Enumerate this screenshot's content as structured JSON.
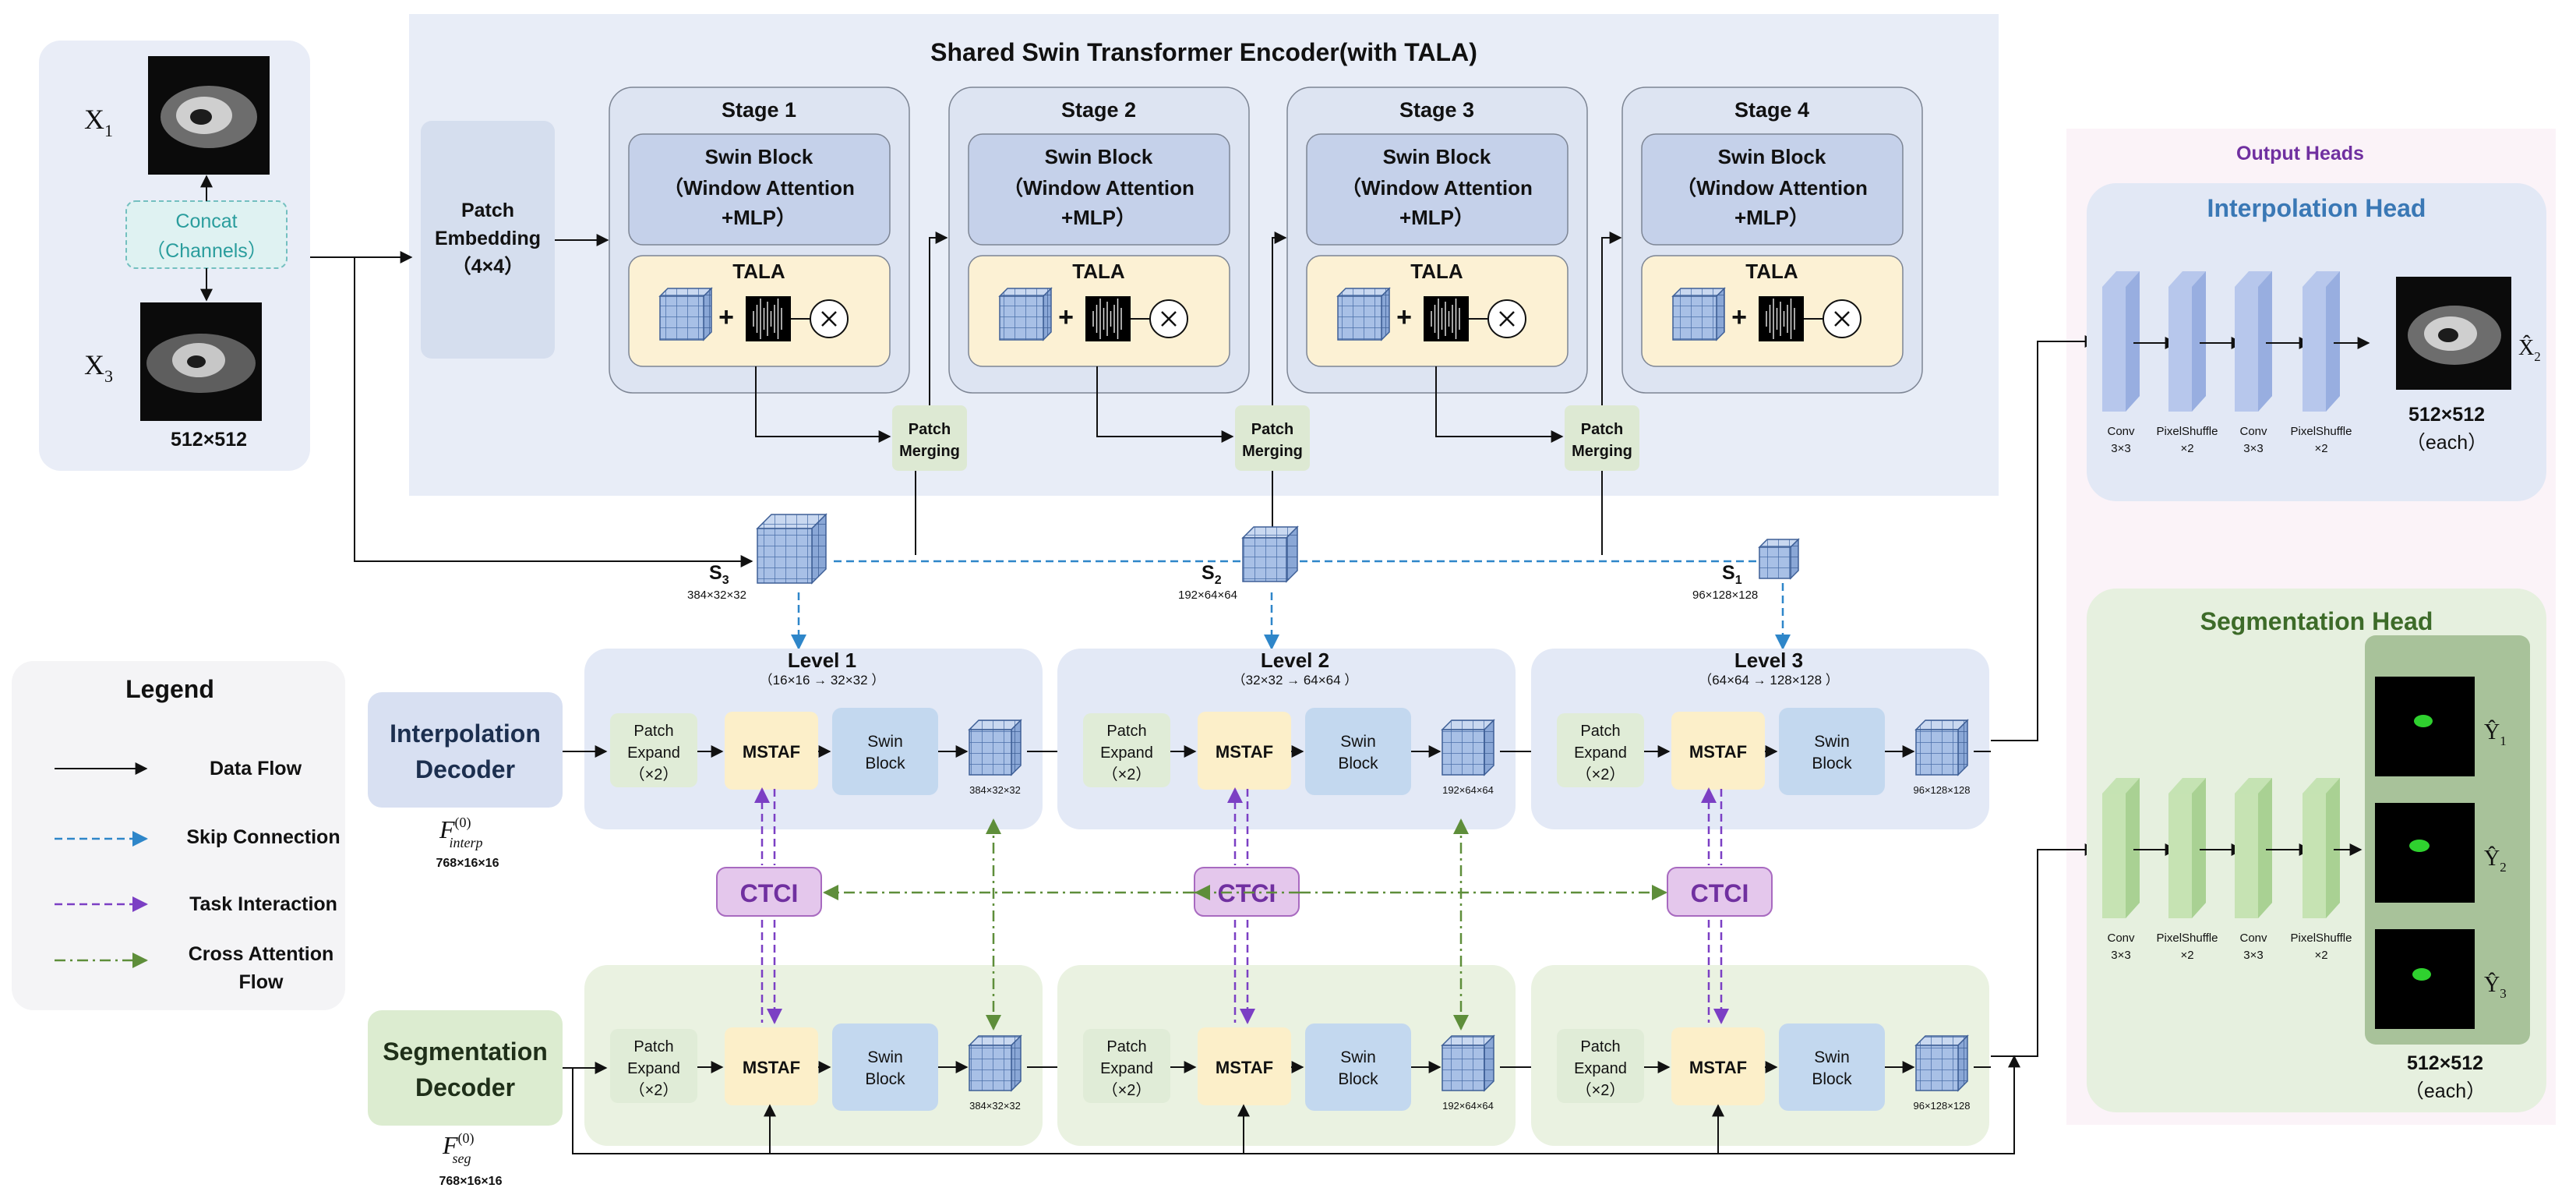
{
  "encoder": {
    "title": "Shared Swin Transformer Encoder(with TALA)",
    "patch_embedding": [
      "Patch",
      "Embedding",
      "（4×4）"
    ],
    "stages": [
      {
        "name": "Stage 1"
      },
      {
        "name": "Stage 2"
      },
      {
        "name": "Stage 3"
      },
      {
        "name": "Stage 4"
      }
    ],
    "swin_block": [
      "Swin Block",
      "（Window Attention",
      "+MLP）"
    ],
    "tala": "TALA",
    "patch_merging": [
      "Patch",
      "Merging"
    ]
  },
  "input": {
    "x1": "X",
    "x1_sub": "1",
    "x3": "X",
    "x3_sub": "3",
    "concat": [
      "Concat",
      "（Channels）"
    ],
    "size": "512×512"
  },
  "skips": [
    {
      "label": "S",
      "sub": "3",
      "dims": "384×32×32"
    },
    {
      "label": "S",
      "sub": "2",
      "dims": "192×64×64"
    },
    {
      "label": "S",
      "sub": "1",
      "dims": "96×128×128"
    }
  ],
  "levels": [
    {
      "name": "Level 1",
      "range": "（16×16 → 32×32 ）",
      "out_dims": "384×32×32"
    },
    {
      "name": "Level 2",
      "range": "（32×32 → 64×64 ）",
      "out_dims": "192×64×64"
    },
    {
      "name": "Level 3",
      "range": "（64×64 → 128×128 ）",
      "out_dims": "96×128×128"
    }
  ],
  "decoder_blocks": {
    "patch_expand": [
      "Patch",
      "Expand",
      "（×2）"
    ],
    "mstaf": "MSTAF",
    "swin_block": [
      "Swin",
      "Block"
    ],
    "ctci": "CTCI"
  },
  "interp_decoder": {
    "title": [
      "Interpolation",
      "Decoder"
    ],
    "feat": "F",
    "feat_sup": "(0)",
    "feat_sub": "interp",
    "feat_dims": "768×16×16"
  },
  "seg_decoder": {
    "title": [
      "Segmentation",
      "Decoder"
    ],
    "feat": "F",
    "feat_sup": "(0)",
    "feat_sub": "seg",
    "feat_dims": "768×16×16"
  },
  "legend": {
    "title": "Legend",
    "items": [
      {
        "label": "Data Flow"
      },
      {
        "label": "Skip Connection"
      },
      {
        "label": "Task Interaction"
      },
      {
        "label": "Cross Attention",
        "label2": "Flow"
      }
    ]
  },
  "output_heads": {
    "title": "Output Heads",
    "interp_head": {
      "title": "Interpolation Head",
      "layers": [
        [
          "Conv",
          "3×3"
        ],
        [
          "PixelShuffle",
          "×2"
        ],
        [
          "Conv",
          "3×3"
        ],
        [
          "PixelShuffle",
          "×2"
        ]
      ],
      "output": "X̂",
      "output_sub": "2",
      "size": "512×512",
      "each": "（each）"
    },
    "seg_head": {
      "title": "Segmentation Head",
      "layers": [
        [
          "Conv",
          "3×3"
        ],
        [
          "PixelShuffle",
          "×2"
        ],
        [
          "Conv",
          "3×3"
        ],
        [
          "PixelShuffle",
          "×2"
        ]
      ],
      "outputs": [
        {
          "label": "Ŷ",
          "sub": "1"
        },
        {
          "label": "Ŷ",
          "sub": "2"
        },
        {
          "label": "Ŷ",
          "sub": "3"
        }
      ],
      "size": "512×512",
      "each": "（each）"
    }
  },
  "colors": {
    "encoder_bg": "#e8edf7",
    "swin_block": "#c5d1ea",
    "tala": "#fcf1d4",
    "patch_merging": "#e3eed9",
    "decoder_interp_bg": "#e3e9f6",
    "decoder_seg_bg": "#eaf2e1",
    "mstaf": "#fcefc9",
    "swin_dec": "#c3d8ef",
    "ctci": "#e4c7ec",
    "skip": "#2e86c9",
    "task": "#7b3fc4",
    "cross": "#5e8e3a",
    "interp_head_title": "#3a78b5",
    "seg_head_title": "#3d6b29",
    "output_heads_title": "#7030a0"
  }
}
